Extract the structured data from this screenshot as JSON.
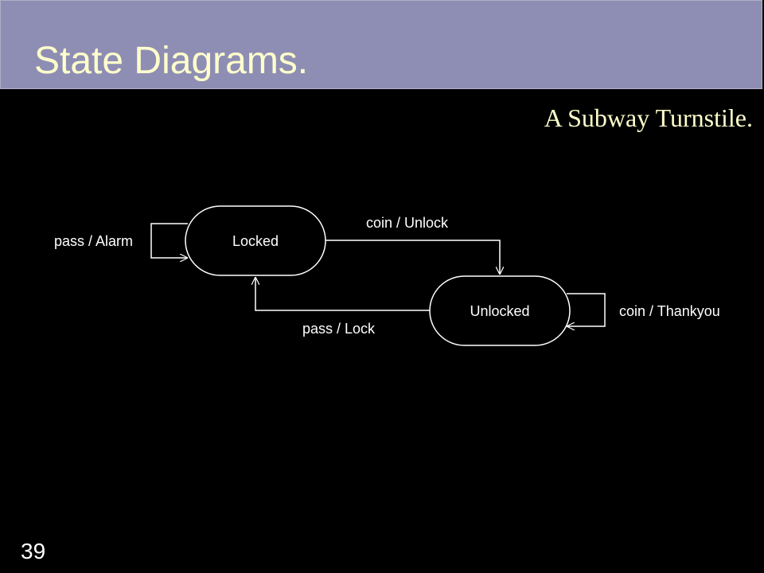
{
  "slide": {
    "title": "State Diagrams.",
    "subtitle": "A Subway Turnstile.",
    "number": "39"
  },
  "diagram": {
    "states": {
      "locked": "Locked",
      "unlocked": "Unlocked"
    },
    "transitions": {
      "locked_self": "pass / Alarm",
      "locked_to_unlocked": "coin / Unlock",
      "unlocked_to_locked": "pass / Lock",
      "unlocked_self": "coin / Thankyou"
    }
  },
  "colors": {
    "title_bar": "#8e8eb4",
    "title_text": "#ffffcc",
    "background": "#000000",
    "diagram_lines": "#ffffff"
  }
}
